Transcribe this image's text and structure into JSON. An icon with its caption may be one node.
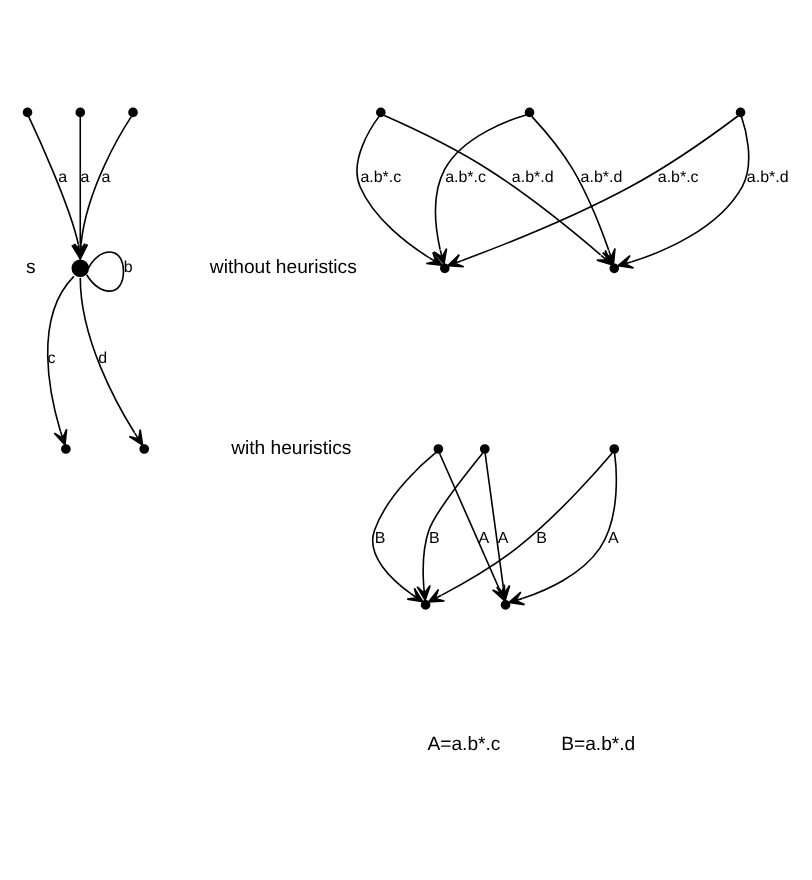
{
  "diagram": {
    "nodes": [
      {
        "text": [],
        "shape": "circle"
      },
      {
        "text": [],
        "shape": "circle"
      },
      {
        "text": [],
        "shape": "circle"
      },
      {
        "text": [],
        "shape": "circle",
        "beside": [
          "s"
        ]
      },
      {
        "text": [],
        "shape": "circle"
      },
      {
        "text": [],
        "shape": "circle"
      },
      {
        "text": [],
        "shape": "circle"
      },
      {
        "text": [],
        "shape": "circle"
      },
      {
        "text": [],
        "shape": "circle"
      },
      {
        "text": [],
        "shape": "circle"
      },
      {
        "text": [],
        "shape": "circle"
      },
      {
        "text": [],
        "shape": "circle"
      },
      {
        "text": [],
        "shape": "circle"
      },
      {
        "text": [],
        "shape": "circle"
      },
      {
        "text": [],
        "shape": "circle"
      },
      {
        "text": [],
        "shape": "circle"
      }
    ],
    "edges": [
      {
        "from": 0,
        "to": 3,
        "arrow": "to",
        "label": "a"
      },
      {
        "from": 1,
        "to": 3,
        "arrow": "to",
        "label": "a"
      },
      {
        "from": 2,
        "to": 3,
        "arrow": "to",
        "label": "a"
      },
      {
        "from": 3,
        "to": 3,
        "arrow": "none",
        "label": "b"
      },
      {
        "from": 3,
        "to": 4,
        "arrow": "to",
        "label": "c"
      },
      {
        "from": 3,
        "to": 5,
        "arrow": "to",
        "label": "d"
      },
      {
        "from": 6,
        "to": 9,
        "arrow": "to",
        "label": "a.b*.c"
      },
      {
        "from": 6,
        "to": 10,
        "arrow": "to",
        "label": "a.b*.d"
      },
      {
        "from": 7,
        "to": 9,
        "arrow": "to",
        "label": "a.b*.c"
      },
      {
        "from": 7,
        "to": 10,
        "arrow": "to",
        "label": "a.b*.d"
      },
      {
        "from": 8,
        "to": 9,
        "arrow": "to",
        "label": "a.b*.c"
      },
      {
        "from": 8,
        "to": 10,
        "arrow": "to",
        "label": "a.b*.d"
      },
      {
        "from": 11,
        "to": 14,
        "arrow": "to",
        "label": "A"
      },
      {
        "from": 11,
        "to": 15,
        "arrow": "to",
        "label": "B"
      },
      {
        "from": 12,
        "to": 14,
        "arrow": "to",
        "label": "A"
      },
      {
        "from": 12,
        "to": 15,
        "arrow": "to",
        "label": "B"
      },
      {
        "from": 13,
        "to": 14,
        "arrow": "to",
        "label": "A"
      },
      {
        "from": 13,
        "to": 15,
        "arrow": "to",
        "label": "B"
      }
    ],
    "labels": [
      "without heuristics",
      "with heuristics",
      "A=a.b*.c",
      "B=a.b*.d"
    ]
  }
}
